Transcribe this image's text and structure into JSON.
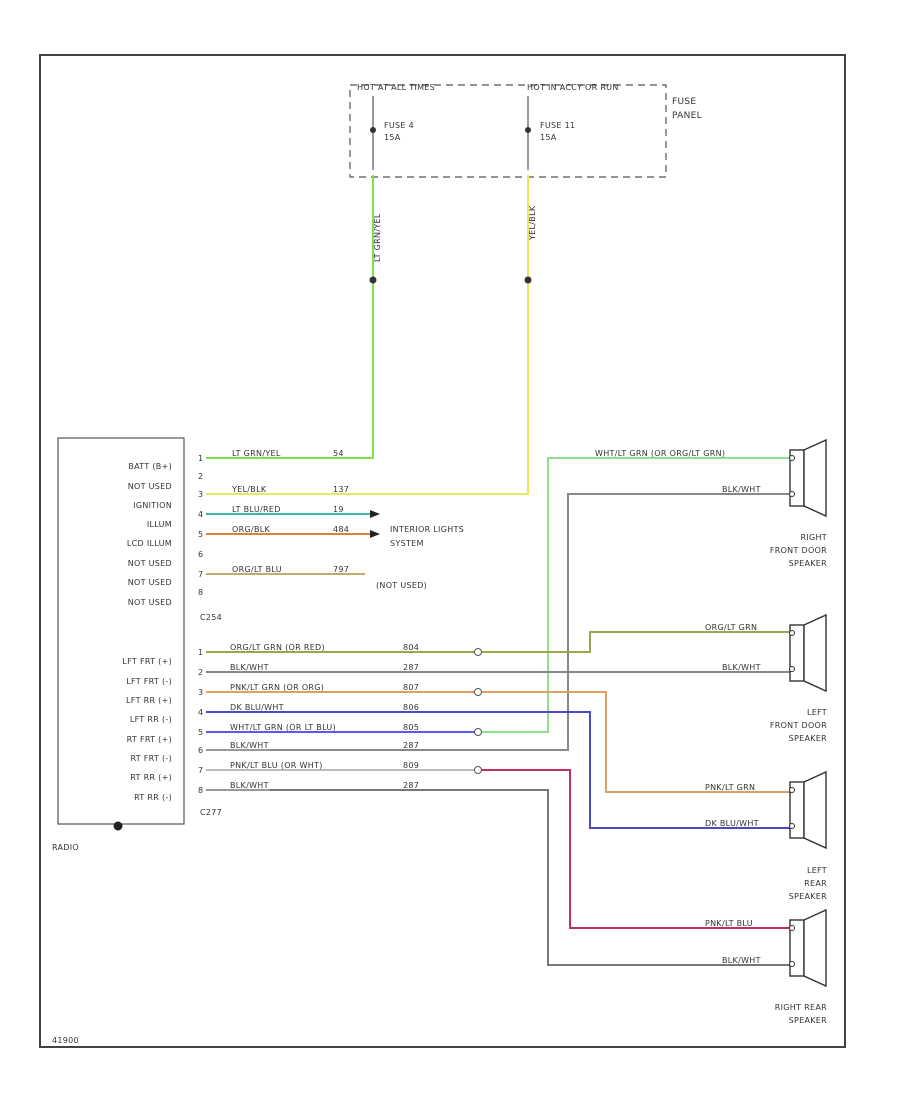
{
  "diagram_id": "41900",
  "fuse_panel": {
    "hot_always": "HOT AT ALL TIMES",
    "hot_in_run": "HOT IN ACCY OR RUN",
    "label_line1": "FUSE",
    "label_line2": "PANEL",
    "fuse_a_name": "FUSE 4",
    "fuse_a_rating": "15A",
    "fuse_b_name": "FUSE 11",
    "fuse_b_rating": "15A",
    "wire_a_vertical": "LT GRN/YEL",
    "wire_b_vertical": "YEL/BLK"
  },
  "radio": {
    "name": "RADIO",
    "connector_top": "C254",
    "connector_bottom": "C277",
    "pins_top": [
      "BATT (B+)",
      "NOT USED",
      "IGNITION",
      "ILLUM",
      "LCD ILLUM",
      "NOT USED",
      "NOT USED",
      "NOT USED"
    ],
    "pins_bottom": [
      "LFT FRT (+)",
      "LFT FRT (-)",
      "LFT RR (+)",
      "LFT RR (-)",
      "RT FRT (+)",
      "RT FRT (-)",
      "RT RR (+)",
      "RT RR (-)"
    ]
  },
  "wires_top": [
    {
      "num": "1",
      "color": "LT GRN/YEL",
      "circuit": "54",
      "stroke": "#7fe04a"
    },
    {
      "num": "2",
      "color": "",
      "circuit": "",
      "stroke": ""
    },
    {
      "num": "3",
      "color": "YEL/BLK",
      "circuit": "137",
      "stroke": "#e8e85a"
    },
    {
      "num": "4",
      "color": "LT BLU/RED",
      "circuit": "19",
      "stroke": "#33b8b8"
    },
    {
      "num": "5",
      "color": "ORG/BLK",
      "circuit": "484",
      "stroke": "#d9843a"
    },
    {
      "num": "6",
      "color": "",
      "circuit": "",
      "stroke": ""
    },
    {
      "num": "7",
      "color": "ORG/LT BLU",
      "circuit": "797",
      "stroke": "#c8a86a"
    },
    {
      "num": "8",
      "color": "",
      "circuit": "",
      "stroke": ""
    }
  ],
  "wires_bottom": [
    {
      "num": "1",
      "color": "ORG/LT GRN (OR RED)",
      "circuit": "804",
      "stroke": "#9aa84a"
    },
    {
      "num": "2",
      "color": "BLK/WHT",
      "circuit": "287",
      "stroke": "#888888"
    },
    {
      "num": "3",
      "color": "PNK/LT GRN (OR ORG)",
      "circuit": "807",
      "stroke": "#e0a060"
    },
    {
      "num": "4",
      "color": "DK BLU/WHT",
      "circuit": "806",
      "stroke": "#4a4ac8"
    },
    {
      "num": "5",
      "color": "WHT/LT GRN (OR LT BLU)",
      "circuit": "805",
      "stroke": "#5a5af0"
    },
    {
      "num": "6",
      "color": "BLK/WHT",
      "circuit": "287",
      "stroke": "#999999"
    },
    {
      "num": "7",
      "color": "PNK/LT BLU (OR WHT)",
      "circuit": "809",
      "stroke": "#bbbbbb"
    },
    {
      "num": "8",
      "color": "BLK/WHT",
      "circuit": "287",
      "stroke": "#999999"
    }
  ],
  "interior_lights": {
    "line1": "INTERIOR LIGHTS",
    "line2": "SYSTEM"
  },
  "not_used_label": "(NOT USED)",
  "speakers": [
    {
      "line1": "RIGHT",
      "line2": "FRONT DOOR",
      "line3": "SPEAKER",
      "wire_pos": "WHT/LT GRN (OR ORG/LT GRN)",
      "wire_neg": "BLK/WHT"
    },
    {
      "line1": "LEFT",
      "line2": "FRONT DOOR",
      "line3": "SPEAKER",
      "wire_pos": "ORG/LT GRN",
      "wire_neg": "BLK/WHT"
    },
    {
      "line1": "LEFT",
      "line2": "REAR",
      "line3": "SPEAKER",
      "wire_pos": "PNK/LT GRN",
      "wire_neg": "DK BLU/WHT"
    },
    {
      "line1": "RIGHT REAR",
      "line2": "SPEAKER",
      "line3": "",
      "wire_pos": "PNK/LT BLU",
      "wire_neg": "BLK/WHT"
    }
  ]
}
